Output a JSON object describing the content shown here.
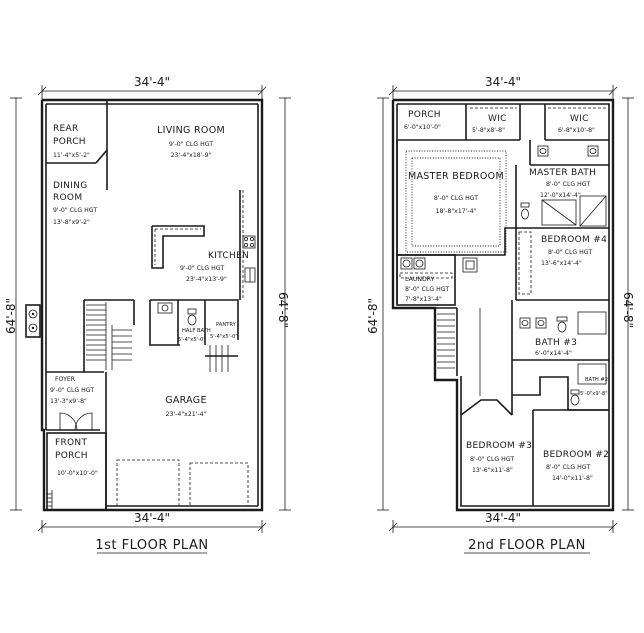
{
  "floor1": {
    "title": "1st FLOOR PLAN",
    "dim_top": "34'-4\"",
    "dim_bottom": "34'-4\"",
    "dim_left": "64'-8\"",
    "dim_right": "64'-8\"",
    "rooms": {
      "rear_porch": {
        "line1": "REAR",
        "line2": "PORCH",
        "size": "11'-4\"x5'-2\""
      },
      "living_room": {
        "name": "LIVING ROOM",
        "ceiling": "9'-0\" CLG HGT",
        "size": "23'-4\"x18'-9\""
      },
      "dining_room": {
        "line1": "DINING",
        "line2": "ROOM",
        "ceiling": "9'-0\" CLG HGT",
        "size": "13'-8\"x9'-2\""
      },
      "kitchen": {
        "name": "KITCHEN",
        "ceiling": "9'-0\" CLG HGT",
        "size": "23'-4\"x13'-9\""
      },
      "half_bath": {
        "name": "HALF BATH"
      },
      "pantry": {
        "name": "PANTRY",
        "size": "5'-4\"x5'-0\""
      },
      "under_stair": {
        "size": "5'-4\"x5'-0\""
      },
      "foyer": {
        "name": "FOYER",
        "ceiling": "9'-0\" CLG HGT",
        "size": "13'-3\"x9'-8\""
      },
      "garage": {
        "name": "GARAGE",
        "size": "23'-4\"x21'-4\""
      },
      "front_porch": {
        "line1": "FRONT",
        "line2": "PORCH",
        "size": "10'-0\"x10'-0\""
      }
    }
  },
  "floor2": {
    "title": "2nd FLOOR PLAN",
    "dim_top": "34'-4\"",
    "dim_bottom": "34'-4\"",
    "dim_left": "64'-8\"",
    "dim_right": "64'-8\"",
    "rooms": {
      "porch": {
        "name": "PORCH",
        "size": "6'-0\"x10'-0\""
      },
      "wic1": {
        "name": "WIC",
        "size": "5'-8\"x8'-8\""
      },
      "wic2": {
        "name": "WIC",
        "size": "6'-8\"x10'-8\""
      },
      "master_bedroom": {
        "name": "MASTER BEDROOM",
        "ceiling": "8'-0\" CLG HGT",
        "size": "18'-8\"x17'-4\""
      },
      "master_bath": {
        "name": "MASTER BATH",
        "ceiling": "8'-0\" CLG HGT",
        "size": "12'-0\"x14'-4\""
      },
      "bedroom4": {
        "name": "BEDROOM #4",
        "ceiling": "8'-0\" CLG HGT",
        "size": "13'-6\"x14'-4\""
      },
      "laundry": {
        "name": "LAUNDRY",
        "ceiling": "8'-0\" CLG HGT",
        "size": "7'-8\"x13'-4\""
      },
      "bath3": {
        "name": "BATH #3",
        "size": "6'-0\"x14'-4\""
      },
      "bath2": {
        "name": "BATH #2",
        "size": "5'-0\"x9'-8\""
      },
      "bedroom3": {
        "name": "BEDROOM #3",
        "ceiling": "8'-0\" CLG HGT",
        "size": "13'-6\"x11'-8\""
      },
      "bedroom2": {
        "name": "BEDROOM #2",
        "ceiling": "8'-0\" CLG HGT",
        "size": "14'-0\"x11'-8\""
      }
    }
  }
}
